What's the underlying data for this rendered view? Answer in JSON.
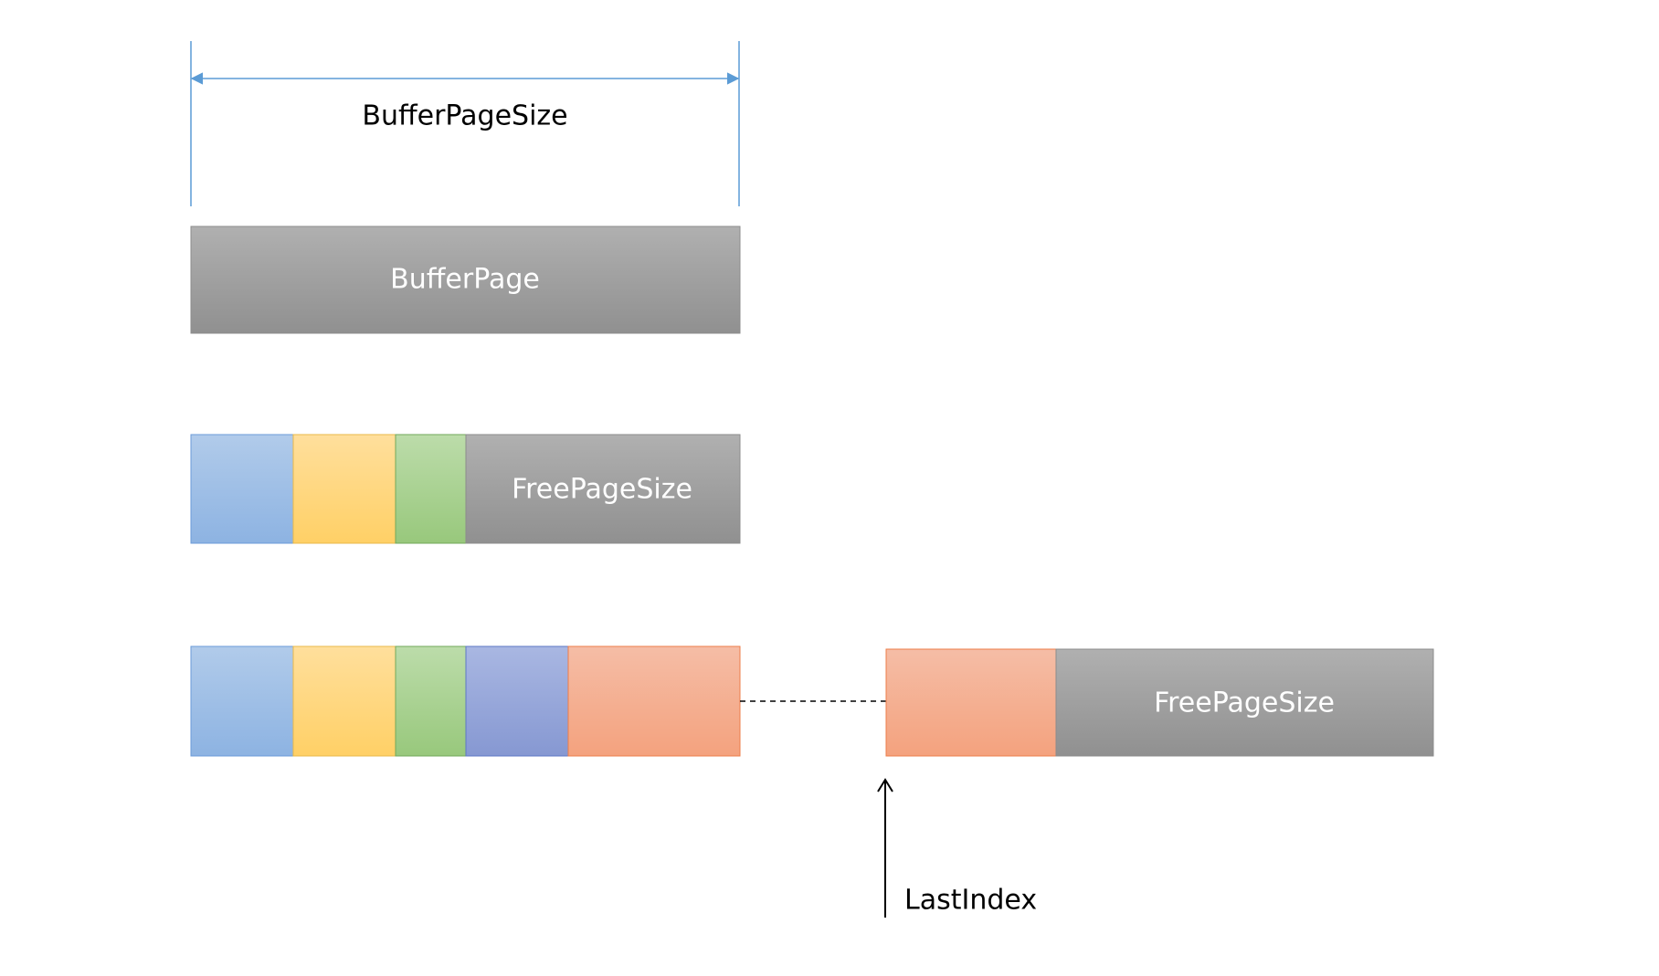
{
  "labels": {
    "buffer_page_size": "BufferPageSize",
    "buffer_page": "BufferPage",
    "free_page_size_row2": "FreePageSize",
    "free_page_size_row3": "FreePageSize",
    "last_index": "LastIndex"
  },
  "colors": {
    "blue": "#9dbde6",
    "yellow": "#ffd67f",
    "green": "#a9d18e",
    "indigo": "#95a6d8",
    "salmon": "#f4ad8e",
    "gray": "#a3a3a3",
    "dimension_line": "#5b9bd5"
  }
}
